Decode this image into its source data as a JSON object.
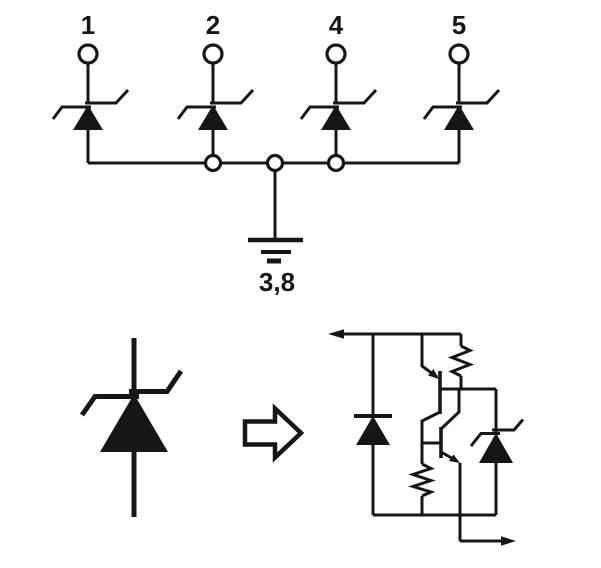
{
  "colors": {
    "ink": "#161616",
    "background": "#ffffff"
  },
  "pin_array_schematic": {
    "pins": [
      {
        "label": "1"
      },
      {
        "label": "2"
      },
      {
        "label": "4"
      },
      {
        "label": "5"
      }
    ],
    "ground_pins_label": "3,8"
  },
  "equivalence_row": {
    "left_symbol_icon": "bidirectional-tvs-diode-icon",
    "arrow_icon": "hollow-right-block-arrow-icon",
    "equivalent_circuit_icons": [
      "left-terminal-arrow-icon",
      "steering-diode-icon",
      "pnp-transistor-icon",
      "npn-transistor-icon",
      "top-resistor-icon",
      "base-resistor-icon",
      "tvs-diode-icon",
      "output-terminal-arrow-icon"
    ]
  }
}
